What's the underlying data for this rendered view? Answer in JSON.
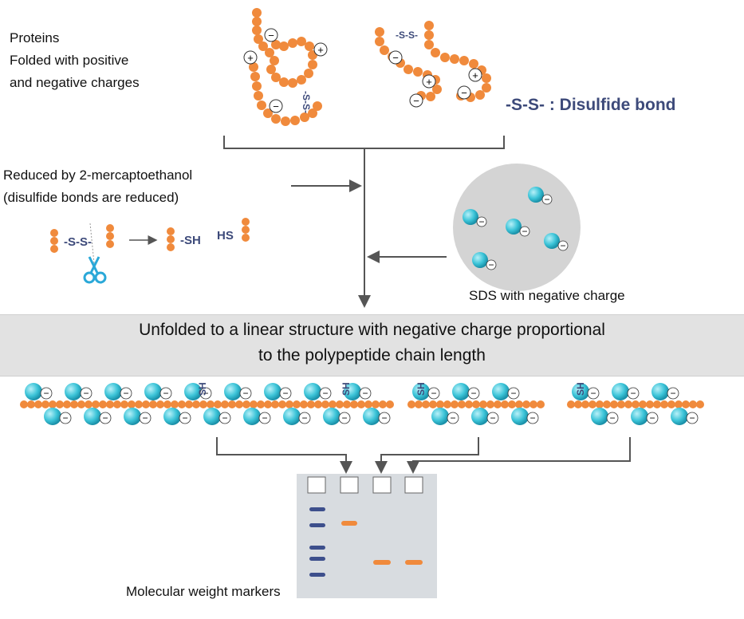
{
  "labels": {
    "proteins_line1": "Proteins",
    "proteins_line2": "Folded with positive",
    "proteins_line3": "and negative charges",
    "disulfide": "-S-S- : Disulfide bond",
    "reduced_line1": "Reduced by 2-mercaptoethanol",
    "reduced_line2": "(disulfide bonds are reduced)",
    "sds": "SDS with negative charge",
    "banner_line1": "Unfolded to a linear structure with negative charge proportional",
    "banner_line2": "to the polypeptide chain length",
    "mw_markers": "Molecular weight markers"
  },
  "glyphs": {
    "ss": "-S-S-",
    "sh": "-SH",
    "hs": "HS",
    "sh_vertical": "SH",
    "minus": "−",
    "plus": "+"
  },
  "colors": {
    "amino_acid": "#f08a3c",
    "sds_bead": "#3cc4d8",
    "sds_circle": "#d4d4d4",
    "bond_text": "#3d4a7a",
    "marker_band": "#3d4f8c",
    "sample_band": "#f08a3c",
    "gel": "#d8dce0",
    "arrow": "#555555"
  }
}
